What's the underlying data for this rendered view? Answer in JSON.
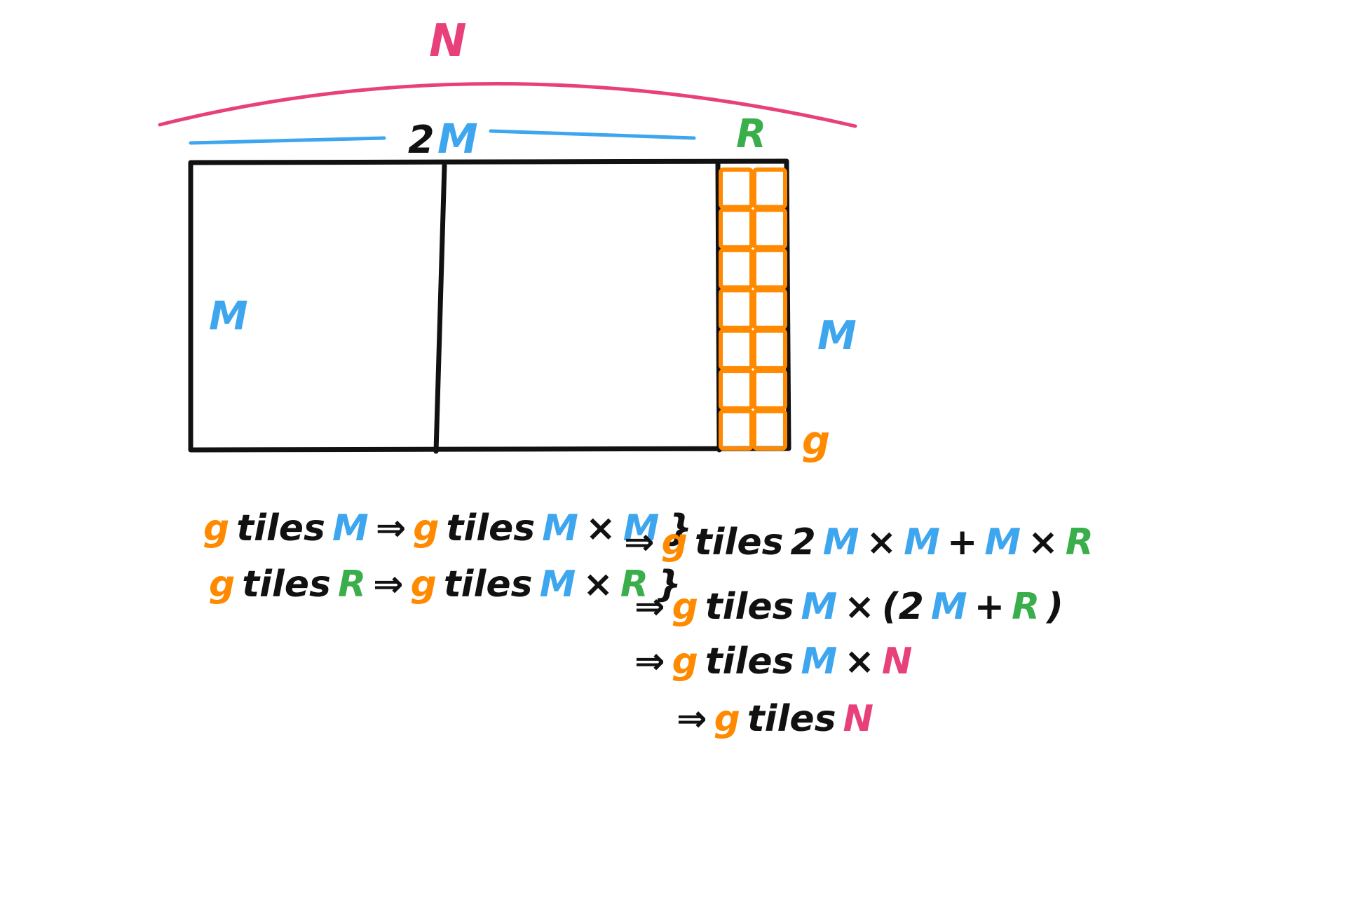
{
  "colors": {
    "black": "#111111",
    "blue": "#3ea6ee",
    "green": "#3aae4a",
    "pink": "#e8407a",
    "orange": "#ff8a00"
  },
  "diagram": {
    "label_N": "N",
    "label_2": "2",
    "label_M_top": "M",
    "label_R": "R",
    "label_M_left": "M",
    "label_M_right": "M",
    "label_g": "g",
    "orange_grid": {
      "cols": 2,
      "rows": 7
    }
  },
  "equations": [
    [
      {
        "t": "g",
        "c": "orange"
      },
      {
        "t": "tiles",
        "c": "black"
      },
      {
        "t": "M",
        "c": "blue"
      },
      {
        "t": "⇒",
        "c": "black"
      },
      {
        "t": "g",
        "c": "orange"
      },
      {
        "t": "tiles",
        "c": "black"
      },
      {
        "t": "M",
        "c": "blue"
      },
      {
        "t": "×",
        "c": "black"
      },
      {
        "t": "M",
        "c": "blue"
      },
      {
        "t": "}",
        "c": "black"
      }
    ],
    [
      {
        "t": "g",
        "c": "orange"
      },
      {
        "t": "tiles",
        "c": "black"
      },
      {
        "t": "R",
        "c": "green"
      },
      {
        "t": "⇒",
        "c": "black"
      },
      {
        "t": "g",
        "c": "orange"
      },
      {
        "t": "tiles",
        "c": "black"
      },
      {
        "t": "M",
        "c": "blue"
      },
      {
        "t": "×",
        "c": "black"
      },
      {
        "t": "R",
        "c": "green"
      },
      {
        "t": "}",
        "c": "black"
      }
    ],
    [
      {
        "t": "⇒",
        "c": "black"
      },
      {
        "t": "g",
        "c": "orange"
      },
      {
        "t": "tiles",
        "c": "black"
      },
      {
        "t": "2",
        "c": "black"
      },
      {
        "t": "M",
        "c": "blue"
      },
      {
        "t": "×",
        "c": "black"
      },
      {
        "t": "M",
        "c": "blue"
      },
      {
        "t": "+",
        "c": "black"
      },
      {
        "t": "M",
        "c": "blue"
      },
      {
        "t": "×",
        "c": "black"
      },
      {
        "t": "R",
        "c": "green"
      }
    ],
    [
      {
        "t": "⇒",
        "c": "black"
      },
      {
        "t": "g",
        "c": "orange"
      },
      {
        "t": "tiles",
        "c": "black"
      },
      {
        "t": "M",
        "c": "blue"
      },
      {
        "t": "×",
        "c": "black"
      },
      {
        "t": "(2",
        "c": "black"
      },
      {
        "t": "M",
        "c": "blue"
      },
      {
        "t": "+",
        "c": "black"
      },
      {
        "t": "R",
        "c": "green"
      },
      {
        "t": ")",
        "c": "black"
      }
    ],
    [
      {
        "t": "⇒",
        "c": "black"
      },
      {
        "t": "g",
        "c": "orange"
      },
      {
        "t": "tiles",
        "c": "black"
      },
      {
        "t": "M",
        "c": "blue"
      },
      {
        "t": "×",
        "c": "black"
      },
      {
        "t": "N",
        "c": "pink"
      }
    ],
    [
      {
        "t": "⇒",
        "c": "black"
      },
      {
        "t": "g",
        "c": "orange"
      },
      {
        "t": "tiles",
        "c": "black"
      },
      {
        "t": "N",
        "c": "pink"
      }
    ]
  ]
}
